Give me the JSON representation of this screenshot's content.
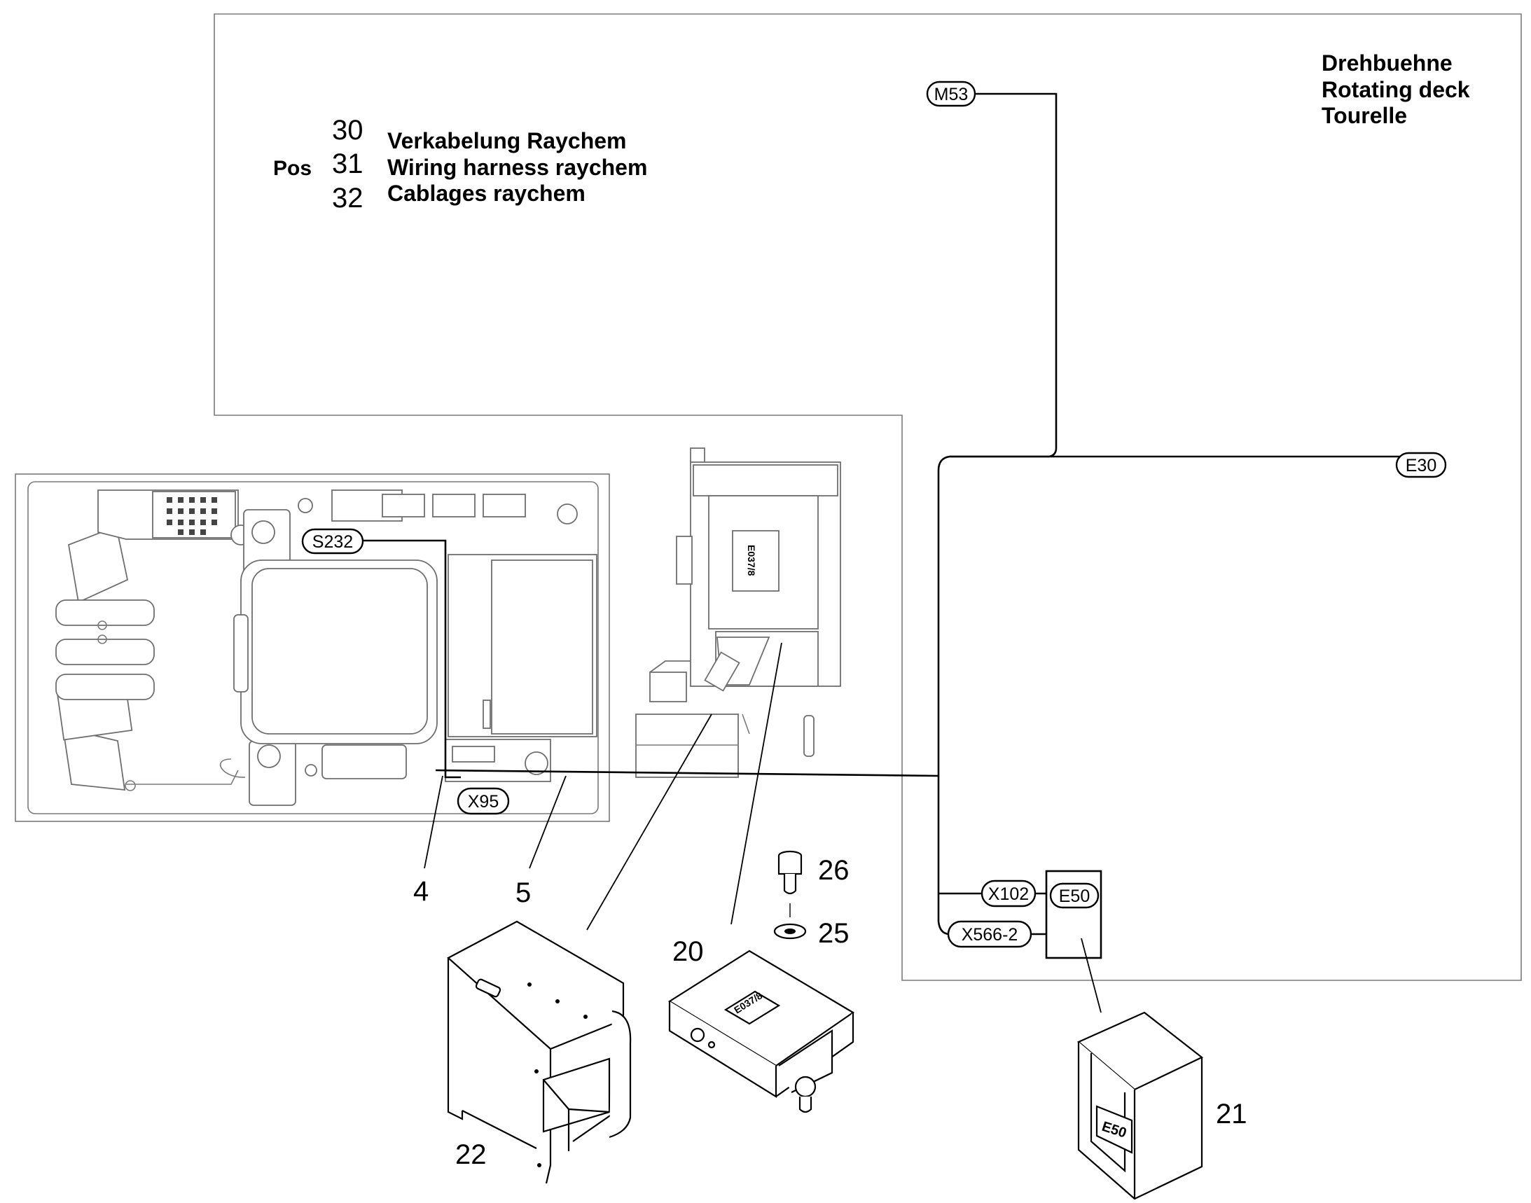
{
  "title_block": {
    "pos_label": "Pos",
    "positions": [
      {
        "num": "30",
        "label": "Verkabelung Raychem"
      },
      {
        "num": "31",
        "label": "Wiring harness raychem"
      },
      {
        "num": "32",
        "label": "Cablages raychem"
      }
    ]
  },
  "area_label": [
    "Drehbuehne",
    "Rotating deck",
    "Tourelle"
  ],
  "connector_tags": [
    "M53",
    "E30",
    "S232",
    "X95",
    "X102",
    "E50",
    "X566-2"
  ],
  "part_callouts": [
    "4",
    "5",
    "20",
    "21",
    "22",
    "25",
    "26"
  ],
  "part_labels": {
    "control_unit_label": "E037/8",
    "switch_box_label": "E50"
  }
}
